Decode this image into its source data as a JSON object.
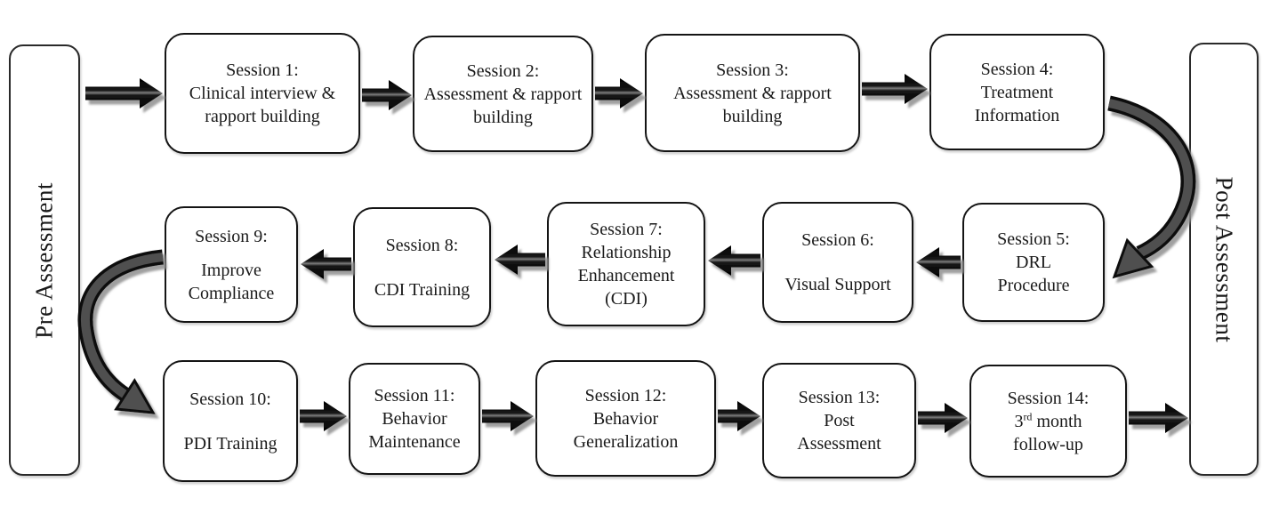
{
  "diagram": {
    "pre_label": "Pre Assessment",
    "post_label": "Post Assessment",
    "sessions": [
      {
        "title": "Session 1:",
        "lines": [
          "Clinical interview &",
          "rapport building"
        ]
      },
      {
        "title": "Session 2:",
        "lines": [
          "Assessment & rapport",
          "building"
        ]
      },
      {
        "title": "Session 3:",
        "lines": [
          "Assessment & rapport",
          "building"
        ]
      },
      {
        "title": "Session 4:",
        "lines": [
          "Treatment",
          "Information"
        ]
      },
      {
        "title": "Session 5:",
        "lines": [
          "DRL",
          "Procedure"
        ]
      },
      {
        "title": "Session 6:",
        "lines": [
          "Visual Support"
        ]
      },
      {
        "title": "Session 7:",
        "lines": [
          "Relationship",
          "Enhancement",
          "(CDI)"
        ]
      },
      {
        "title": "Session 8:",
        "lines": [
          "CDI Training"
        ]
      },
      {
        "title": "Session 9:",
        "lines": [
          "Improve",
          "Compliance"
        ]
      },
      {
        "title": "Session 10:",
        "lines": [
          "PDI Training"
        ]
      },
      {
        "title": "Session 11:",
        "lines": [
          "Behavior",
          "Maintenance"
        ]
      },
      {
        "title": "Session 12:",
        "lines": [
          "Behavior",
          "Generalization"
        ]
      },
      {
        "title": "Session 13:",
        "lines": [
          "Post",
          "Assessment"
        ]
      },
      {
        "title": "Session 14:",
        "sup_line": {
          "pre": "3",
          "sup": "rd",
          "post": " month"
        },
        "lines": [
          "follow-up"
        ]
      }
    ],
    "colors": {
      "box_border": "#141414",
      "text": "#1a1a1a",
      "arrow_fill": "#111111",
      "arrow_shadow": "#8f8f8f",
      "curve_fill": "#4a4a4a"
    }
  }
}
